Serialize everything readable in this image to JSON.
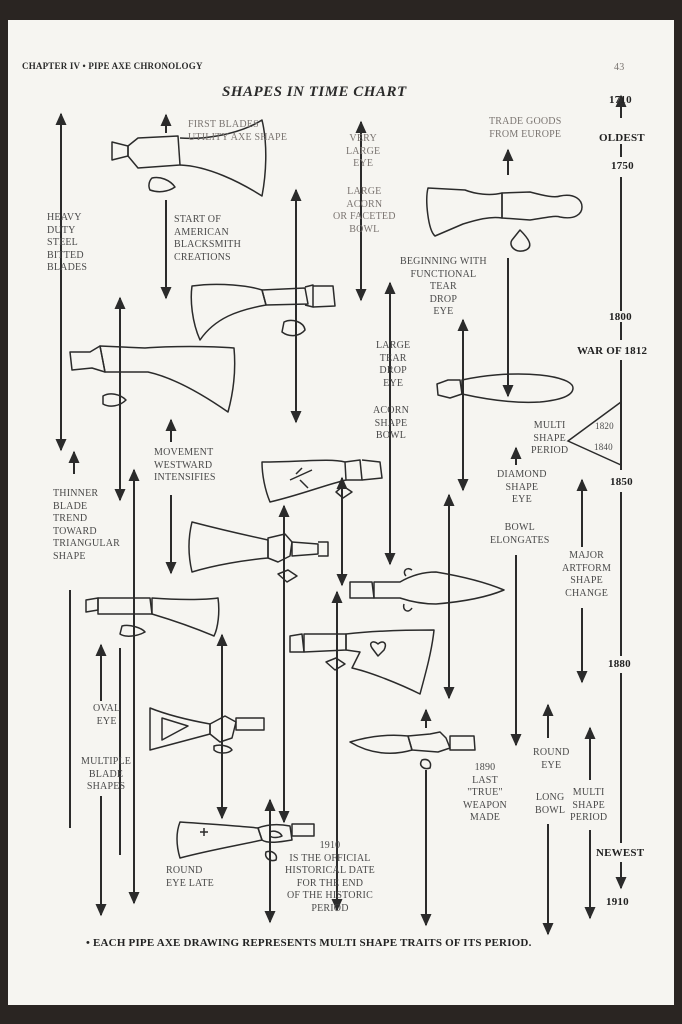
{
  "header": {
    "chapter": "CHAPTER IV • PIPE AXE CHRONOLOGY",
    "page_number": "43"
  },
  "title": "SHAPES IN TIME CHART",
  "timeline": {
    "top": "1710",
    "oldest": "OLDEST",
    "y1750": "1750",
    "y1800": "1800",
    "war": "WAR OF 1812",
    "y1820": "1820",
    "y1840": "1840",
    "y1850": "1850",
    "y1880": "1880",
    "newest": "NEWEST",
    "y1910": "1910"
  },
  "labels": {
    "first_blades": "FIRST BLADES\nUTILITY AXE SHAPE",
    "very_large_eye": "VERY\nLARGE\nEYE",
    "large_acorn": "LARGE\nACORN\nOR FACETED\nBOWL",
    "trade_goods": "TRADE GOODS\nFROM EUROPE",
    "heavy_duty": "HEAVY\nDUTY\nSTEEL\nBITTED\nBLADES",
    "start_american": "START OF\nAMERICAN\nBLACKSMITH\nCREATIONS",
    "beginning_tear": "BEGINNING WITH\nFUNCTIONAL\nTEAR\nDROP\nEYE",
    "large_tear": "LARGE\nTEAR\nDROP\nEYE",
    "acorn_shape": "ACORN\nSHAPE\nBOWL",
    "multi_shape_period": "MULTI\nSHAPE\nPERIOD",
    "movement_westward": "MOVEMENT\nWESTWARD\nINTENSIFIES",
    "diamond_shape": "DIAMOND\nSHAPE\nEYE",
    "bowl_elongates": "BOWL\nELONGATES",
    "thinner_blade": "THINNER\nBLADE\nTREND\nTOWARD\nTRIANGULAR\nSHAPE",
    "major_artform": "MAJOR\nARTFORM\nSHAPE\nCHANGE",
    "oval_eye": "OVAL\nEYE",
    "multiple_blade": "MULTIPLE\nBLADE\nSHAPES",
    "last_true": "1890\nLAST\n\"TRUE\"\nWEAPON\nMADE",
    "round_eye": "ROUND\nEYE",
    "long_bowl": "LONG\nBOWL",
    "multi_shape_period_2": "MULTI\nSHAPE\nPERIOD",
    "round_eye_late": "ROUND\nEYE LATE",
    "y1910_note": "1910\nIS THE OFFICIAL\nHISTORICAL DATE\nFOR THE END\nOF THE HISTORIC\nPERIOD"
  },
  "footer": "• EACH PIPE AXE DRAWING REPRESENTS MULTI SHAPE TRAITS OF ITS PERIOD.",
  "colors": {
    "ink": "#2b2b2b",
    "paper": "#f6f5f1",
    "frame": "#2a2522"
  }
}
